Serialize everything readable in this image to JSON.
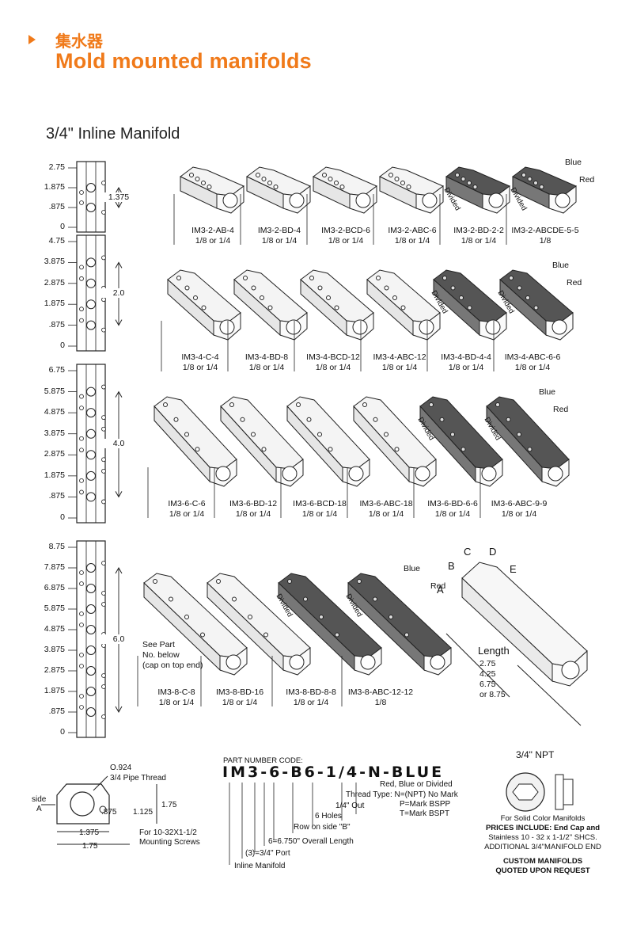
{
  "header": {
    "title_cn": "集水器",
    "title_en": "Mold mounted manifolds"
  },
  "section_title": "3/4\" Inline Manifold",
  "rows": [
    {
      "ticks": [
        "2.75",
        "1.875",
        ".875",
        "0"
      ],
      "dimension": "1.375",
      "products": [
        {
          "code": "IM3-2-AB-4",
          "size": "1/8 or 1/4",
          "divided": false
        },
        {
          "code": "IM3-2-BD-4",
          "size": "1/8 or 1/4",
          "divided": false
        },
        {
          "code": "IM3-2-BCD-6",
          "size": "1/8 or 1/4",
          "divided": false
        },
        {
          "code": "IM3-2-ABC-6",
          "size": "1/8 or 1/4",
          "divided": false
        },
        {
          "code": "IM3-2-BD-2-2",
          "size": "1/8 or 1/4",
          "divided": true
        },
        {
          "code": "IM3-2-ABCDE-5-5",
          "size": "1/8",
          "divided": true
        }
      ]
    },
    {
      "ticks": [
        "4.75",
        "3.875",
        "2.875",
        "1.875",
        ".875",
        "0"
      ],
      "dimension": "2.0",
      "products": [
        {
          "code": "IM3-4-C-4",
          "size": "1/8 or 1/4",
          "divided": false
        },
        {
          "code": "IM3-4-BD-8",
          "size": "1/8 or 1/4",
          "divided": false
        },
        {
          "code": "IM3-4-BCD-12",
          "size": "1/8 or 1/4",
          "divided": false
        },
        {
          "code": "IM3-4-ABC-12",
          "size": "1/8 or 1/4",
          "divided": false
        },
        {
          "code": "IM3-4-BD-4-4",
          "size": "1/8 or 1/4",
          "divided": true
        },
        {
          "code": "IM3-4-ABC-6-6",
          "size": "1/8 or 1/4",
          "divided": true
        }
      ]
    },
    {
      "ticks": [
        "6.75",
        "5.875",
        "4.875",
        "3.875",
        "2.875",
        "1.875",
        ".875",
        "0"
      ],
      "dimension": "4.0",
      "products": [
        {
          "code": "IM3-6-C-6",
          "size": "1/8 or 1/4",
          "divided": false
        },
        {
          "code": "IM3-6-BD-12",
          "size": "1/8 or 1/4",
          "divided": false
        },
        {
          "code": "IM3-6-BCD-18",
          "size": "1/8 or 1/4",
          "divided": false
        },
        {
          "code": "IM3-6-ABC-18",
          "size": "1/8 or 1/4",
          "divided": false
        },
        {
          "code": "IM3-6-BD-6-6",
          "size": "1/8 or 1/4",
          "divided": true
        },
        {
          "code": "IM3-6-ABC-9-9",
          "size": "1/8 or 1/4",
          "divided": true
        }
      ]
    },
    {
      "ticks": [
        "8.75",
        "7.875",
        "6.875",
        "5.875",
        "4.875",
        "3.875",
        "2.875",
        "1.875",
        ".875",
        "0"
      ],
      "dimension": "6.0",
      "products": [
        {
          "code": "IM3-8-C-8",
          "size": "1/8 or 1/4",
          "divided": false
        },
        {
          "code": "IM3-8-BD-16",
          "size": "1/8 or 1/4",
          "divided": false
        },
        {
          "code": "IM3-8-BD-8-8",
          "size": "1/8 or 1/4",
          "divided": true
        },
        {
          "code": "IM3-8-ABC-12-12",
          "size": "1/8",
          "divided": true
        }
      ]
    }
  ],
  "color_labels": {
    "blue": "Blue",
    "red": "Red",
    "divided": "Divided"
  },
  "see_part_note": [
    "See Part",
    "No. below",
    "(cap on top end)"
  ],
  "side_letters": [
    "A",
    "B",
    "C",
    "D",
    "E"
  ],
  "length": {
    "label": "Length",
    "values": [
      "2.75",
      "4.25",
      "6.75",
      "or 8.75"
    ]
  },
  "cross_section": {
    "side_label": [
      "side",
      "A"
    ],
    "pipe_dia": "O.924",
    "pipe_thread": "3/4 Pipe Thread",
    "dim_875": ".875",
    "dim_1125": "1.125",
    "dim_175_v": "1.75",
    "dim_1375": "1.375",
    "dim_175_h": "1.75",
    "screw_note": [
      "For 10-32X1-1/2",
      "Mounting Screws"
    ]
  },
  "part_number": {
    "heading": "PART NUMBER CODE:",
    "code": "IM3-6-B6-1/4-N-BLUE",
    "legend": [
      "Red, Blue or Divided",
      "Thread Type: N=(NPT) No Mark",
      "P=Mark BSPP",
      "T=Mark BSPT",
      "1/4\" Out",
      "6 Holes",
      "Row on side \"B\"",
      "6=6.750\" Overall Length",
      "(3)=3/4\" Port",
      "Inline Manifold"
    ]
  },
  "npt": {
    "title": "3/4\" NPT",
    "note_1": "For Solid Color Manifolds",
    "note_2": "PRICES INCLUDE: End Cap and",
    "note_3": "Stainless 10 - 32 x 1-1/2\" SHCS.",
    "note_4": "ADDITIONAL 3/4\"MANIFOLD END",
    "custom_1": "CUSTOM MANIFOLDS",
    "custom_2": "QUOTED UPON REQUEST"
  }
}
